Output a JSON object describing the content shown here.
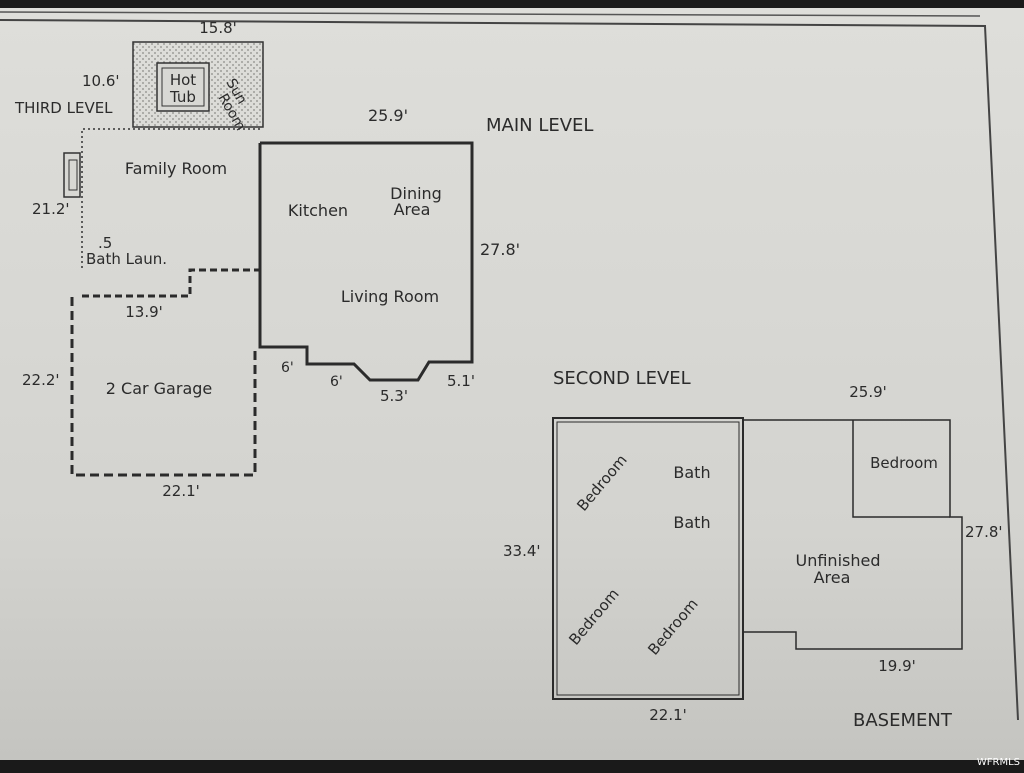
{
  "colors": {
    "paper": "#dcdcd8",
    "paper_shadow": "#c9c9c5",
    "ink": "#2b2b2b",
    "hatch": "#8a8a86"
  },
  "third_level": {
    "label": "THIRD LEVEL",
    "width": "15.8'",
    "depth": "10.6'",
    "hot_tub": [
      "Hot",
      "Tub"
    ],
    "sun_room": [
      "Sun",
      "Room"
    ]
  },
  "main_level": {
    "label": "MAIN LEVEL",
    "width": "25.9'",
    "depth": "27.8'",
    "rooms": {
      "family": "Family Room",
      "kitchen": "Kitchen",
      "dining": [
        "Dining",
        "Area"
      ],
      "living": "Living Room",
      "bath_prefix": ".5",
      "bath": "Bath Laun.",
      "garage": "2 Car Garage"
    },
    "dims": {
      "family_depth": "21.2'",
      "bath_width": "13.9'",
      "garage_depth": "22.2'",
      "garage_width": "22.1'",
      "bay_a": "6'",
      "bay_b": "6'",
      "bay_c": "5.3'",
      "bay_d": "5.1'"
    }
  },
  "second_level": {
    "label": "SECOND LEVEL",
    "depth": "33.4'",
    "width": "22.1'",
    "bedrooms": [
      "Bedroom",
      "Bedroom",
      "Bedroom"
    ],
    "baths": [
      "Bath",
      "Bath"
    ]
  },
  "basement": {
    "label": "BASEMENT",
    "width": "25.9'",
    "depth": "27.8'",
    "bottom": "19.9'",
    "bedroom": "Bedroom",
    "unfinished": [
      "Unfinished",
      "Area"
    ]
  },
  "watermark": "WFRMLS"
}
